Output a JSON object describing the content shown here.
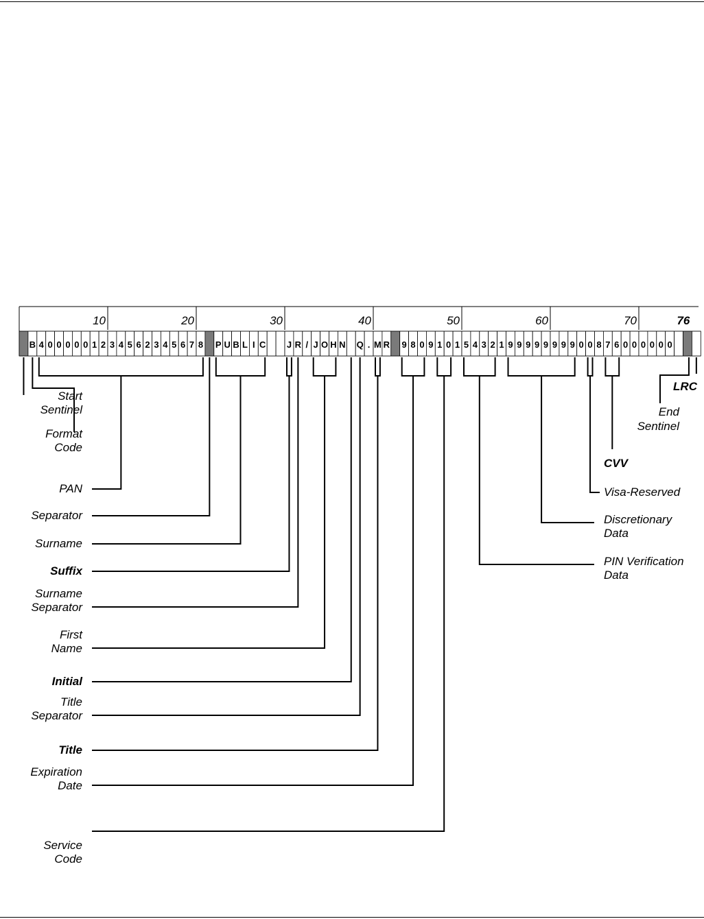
{
  "track": {
    "characters": [
      "",
      "B",
      "4",
      "0",
      "0",
      "0",
      "0",
      "0",
      "1",
      "2",
      "3",
      "4",
      "5",
      "6",
      "2",
      "3",
      "4",
      "5",
      "6",
      "7",
      "8",
      "",
      "P",
      "U",
      "B",
      "L",
      "I",
      "C",
      "",
      "",
      "J",
      "R",
      "/",
      "J",
      "O",
      "H",
      "N",
      "",
      "Q",
      ".",
      "M",
      "R",
      "",
      "9",
      "8",
      "0",
      "9",
      "1",
      "0",
      "1",
      "5",
      "4",
      "3",
      "2",
      "1",
      "9",
      "9",
      "9",
      "9",
      "9",
      "9",
      "9",
      "9",
      "0",
      "0",
      "8",
      "7",
      "6",
      "0",
      "0",
      "0",
      "0",
      "0",
      "0",
      "",
      "",
      ""
    ],
    "shaded_positions": [
      1,
      22,
      43,
      76
    ],
    "tick_labels": [
      {
        "position": 10,
        "text": "10"
      },
      {
        "position": 20,
        "text": "20"
      },
      {
        "position": 30,
        "text": "30"
      },
      {
        "position": 40,
        "text": "40"
      },
      {
        "position": 50,
        "text": "50"
      },
      {
        "position": 60,
        "text": "60"
      },
      {
        "position": 70,
        "text": "70"
      },
      {
        "position": 76,
        "text": "76",
        "bold": true
      }
    ],
    "left_fields": [
      {
        "id": "start-sentinel",
        "lines": [
          "Start",
          "Sentinel"
        ],
        "from": 1,
        "to": 1,
        "bracket": false
      },
      {
        "id": "format-code",
        "lines": [
          "Format",
          "Code"
        ],
        "from": 2,
        "to": 2,
        "bracket": false
      },
      {
        "id": "pan",
        "lines": [
          "PAN"
        ],
        "from": 3,
        "to": 21,
        "bracket": true
      },
      {
        "id": "separator",
        "lines": [
          "Separator"
        ],
        "from": 22,
        "to": 22,
        "bracket": false
      },
      {
        "id": "surname",
        "lines": [
          "Surname"
        ],
        "from": 23,
        "to": 28,
        "bracket": true
      },
      {
        "id": "suffix",
        "lines": [
          "Suffix"
        ],
        "from": 31,
        "to": 31,
        "bracket": true,
        "bold": true
      },
      {
        "id": "surname-separator",
        "lines": [
          "Surname",
          "Separator"
        ],
        "from": 32,
        "to": 32,
        "bracket": false
      },
      {
        "id": "first-name",
        "lines": [
          "First",
          "Name"
        ],
        "from": 34,
        "to": 36,
        "bracket": true
      },
      {
        "id": "initial",
        "lines": [
          "Initial"
        ],
        "from": 38,
        "to": 38,
        "bracket": false,
        "bold": true
      },
      {
        "id": "title-separator",
        "lines": [
          "Title",
          "Separator"
        ],
        "from": 39,
        "to": 39,
        "bracket": false
      },
      {
        "id": "title",
        "lines": [
          "Title"
        ],
        "from": 41,
        "to": 41,
        "bracket": true,
        "bold": true
      },
      {
        "id": "expiration-date",
        "lines": [
          "Expiration",
          "Date"
        ],
        "from": 44,
        "to": 46,
        "bracket": true
      },
      {
        "id": "service-code",
        "lines": [
          "Service",
          "Code"
        ],
        "from": 48,
        "to": 49,
        "bracket": true
      }
    ],
    "right_fields": [
      {
        "id": "pin-verification-data",
        "lines": [
          "PIN Verification",
          "Data"
        ],
        "from": 51,
        "to": 54,
        "bracket": true
      },
      {
        "id": "discretionary-data",
        "lines": [
          "Discretionary",
          "Data"
        ],
        "from": 56,
        "to": 63,
        "bracket": true
      },
      {
        "id": "visa-reserved",
        "lines": [
          "Visa-Reserved"
        ],
        "from": 65,
        "to": 65,
        "bracket": true
      },
      {
        "id": "cvv",
        "lines": [
          "CVV"
        ],
        "from": 67,
        "to": 68,
        "bracket": true,
        "bold": true
      },
      {
        "id": "end-sentinel",
        "lines": [
          "End",
          "Sentinel"
        ],
        "from": 76,
        "to": 76,
        "bracket": false
      },
      {
        "id": "lrc",
        "lines": [
          "LRC"
        ],
        "from": 77,
        "to": 77,
        "bracket": false,
        "bold": true
      }
    ]
  }
}
